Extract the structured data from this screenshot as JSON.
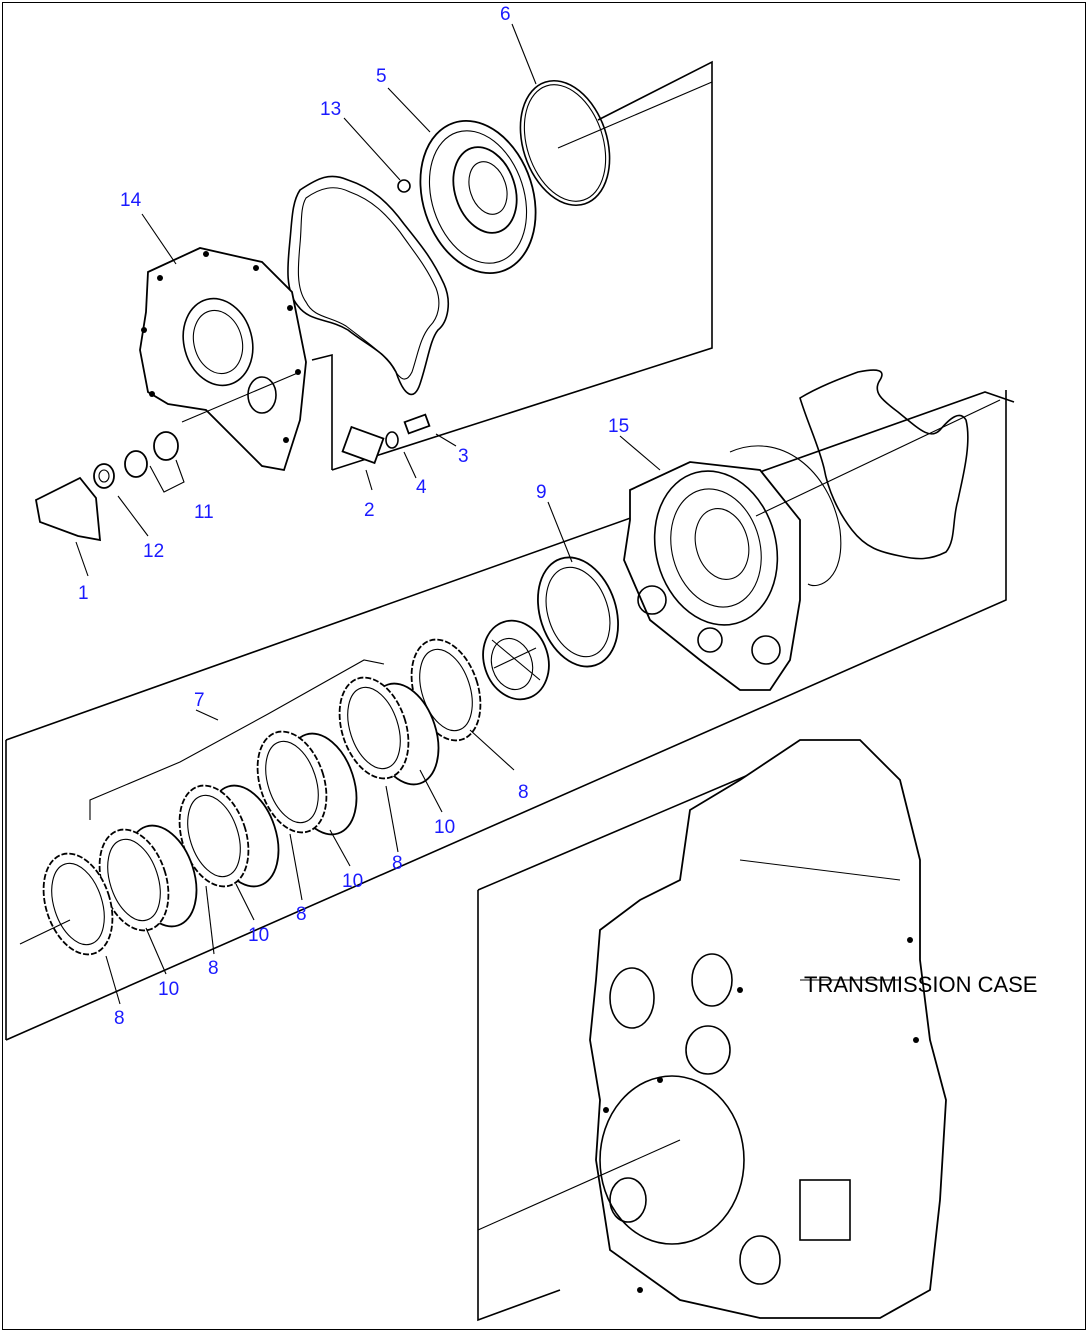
{
  "callouts": {
    "c1": "1",
    "c2": "2",
    "c3": "3",
    "c4": "4",
    "c5": "5",
    "c6": "6",
    "c7": "7",
    "c8a": "8",
    "c8b": "8",
    "c8c": "8",
    "c8d": "8",
    "c8e": "8",
    "c9": "9",
    "c10a": "10",
    "c10b": "10",
    "c10c": "10",
    "c10d": "10",
    "c11": "11",
    "c12": "12",
    "c13": "13",
    "c14": "14",
    "c15": "15"
  },
  "caption": "TRANSMISSION CASE",
  "colors": {
    "callout": "#1a1aff",
    "line": "#000000",
    "background": "#ffffff"
  }
}
